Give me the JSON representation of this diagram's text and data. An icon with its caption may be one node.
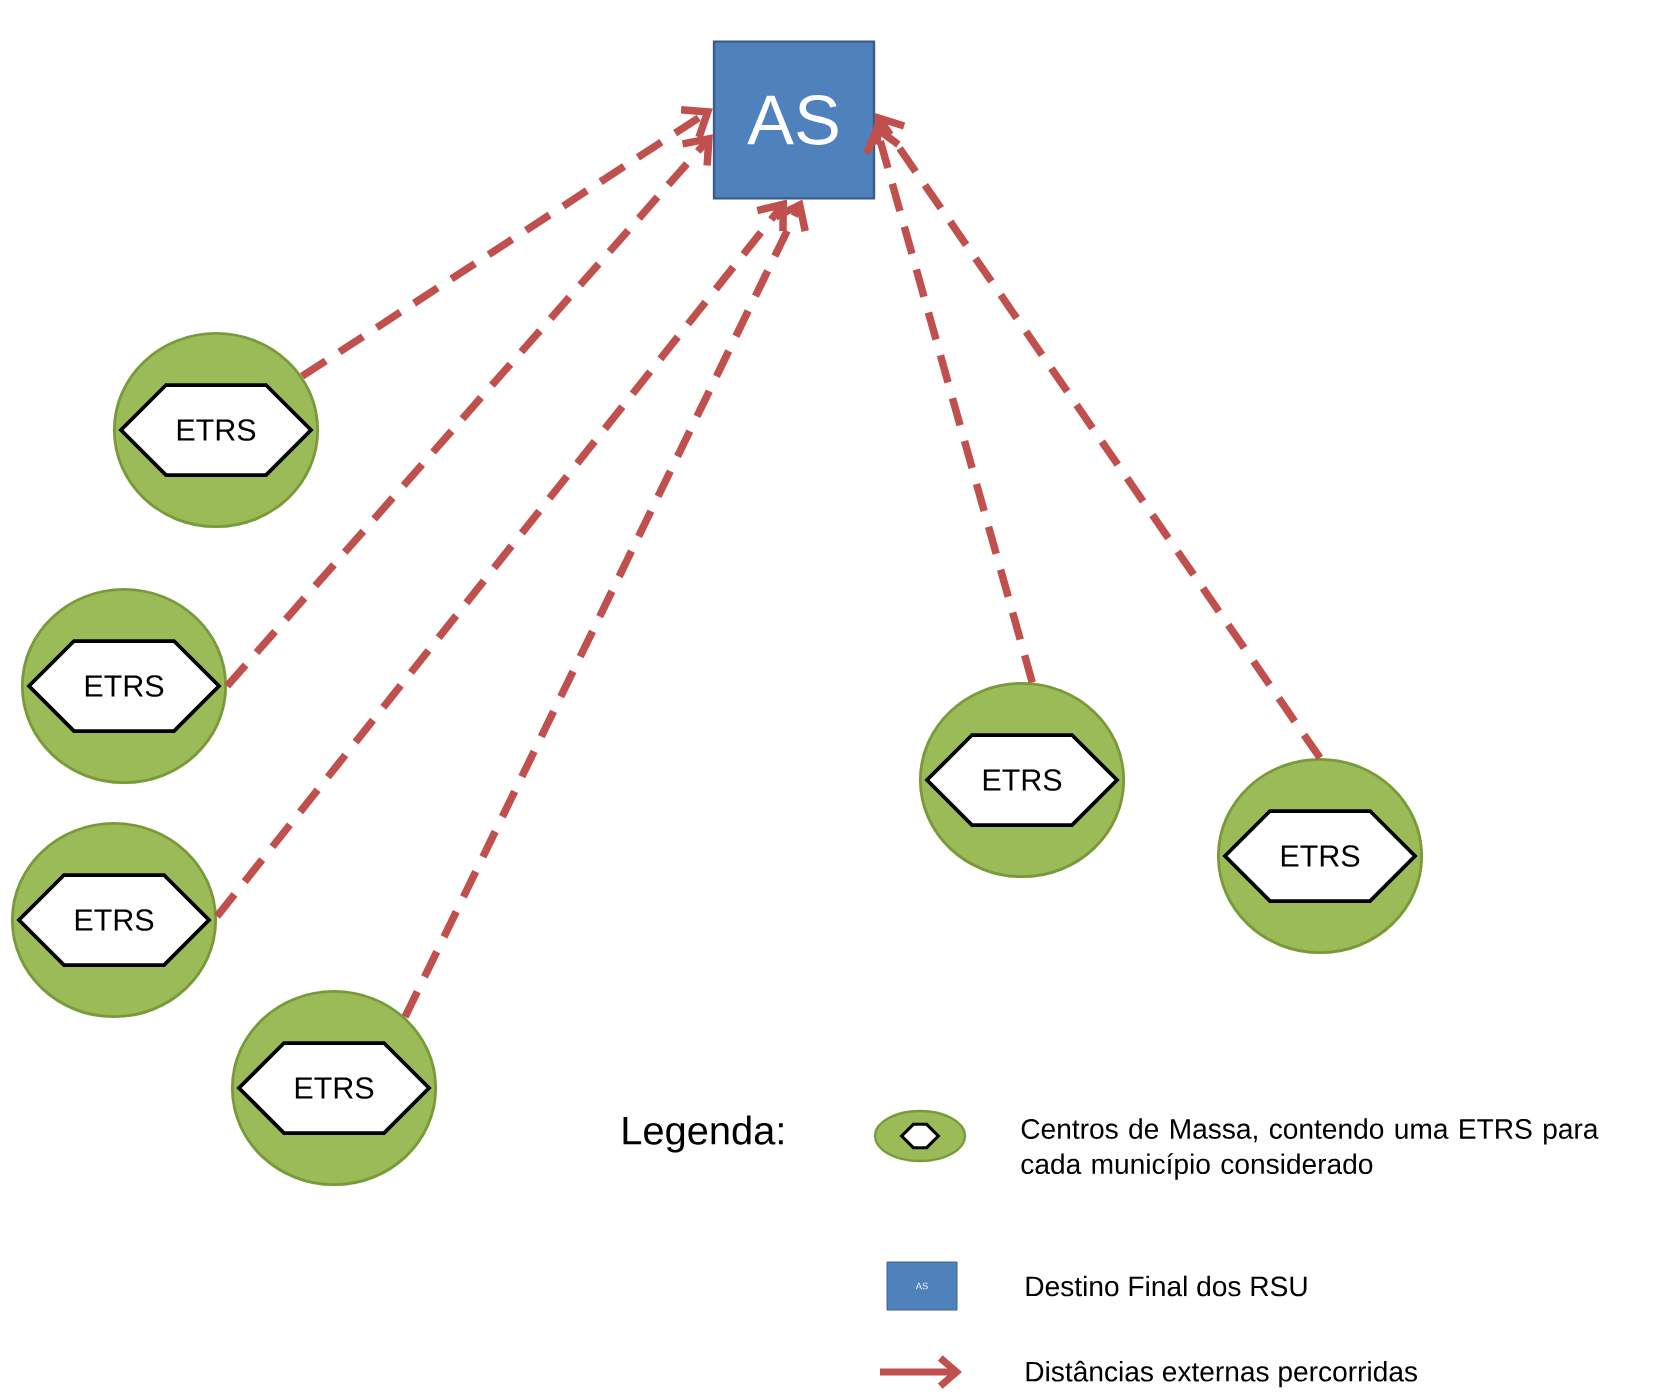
{
  "diagram": {
    "nodes": [
      {
        "text": [
          "AS"
        ]
      },
      {
        "text": [],
        "shape": "circle"
      },
      {
        "text": [
          "ETRS"
        ],
        "in": 1
      },
      {
        "text": [],
        "shape": "circle"
      },
      {
        "text": [
          "ETRS"
        ],
        "in": 3
      },
      {
        "text": [],
        "shape": "circle"
      },
      {
        "text": [
          "ETRS"
        ],
        "in": 5
      },
      {
        "text": [],
        "shape": "circle"
      },
      {
        "text": [
          "ETRS"
        ],
        "in": 7
      },
      {
        "text": [],
        "shape": "circle"
      },
      {
        "text": [
          "ETRS"
        ],
        "in": 9
      },
      {
        "text": [],
        "shape": "circle"
      },
      {
        "text": [
          "ETRS"
        ],
        "in": 11
      }
    ],
    "edges": [
      {
        "from": 1,
        "to": 0,
        "arrow": "to",
        "style": "dashed"
      },
      {
        "from": 3,
        "to": 0,
        "arrow": "to",
        "style": "dashed"
      },
      {
        "from": 5,
        "to": 0,
        "arrow": "to",
        "style": "dashed"
      },
      {
        "from": 7,
        "to": 0,
        "arrow": "to",
        "style": "dashed"
      },
      {
        "from": 9,
        "to": 0,
        "arrow": "to",
        "style": "dashed"
      },
      {
        "from": 11,
        "to": 0,
        "arrow": "to",
        "style": "dashed"
      }
    ],
    "labels": [
      "Legenda:",
      "AS"
    ],
    "legend": [
      {
        "text": "Centros de Massa, contendo uma ETRS para cada município considerado"
      },
      {
        "text": "Destino Final dos RSU"
      },
      {
        "text": "Distâncias externas percorridas"
      }
    ]
  }
}
